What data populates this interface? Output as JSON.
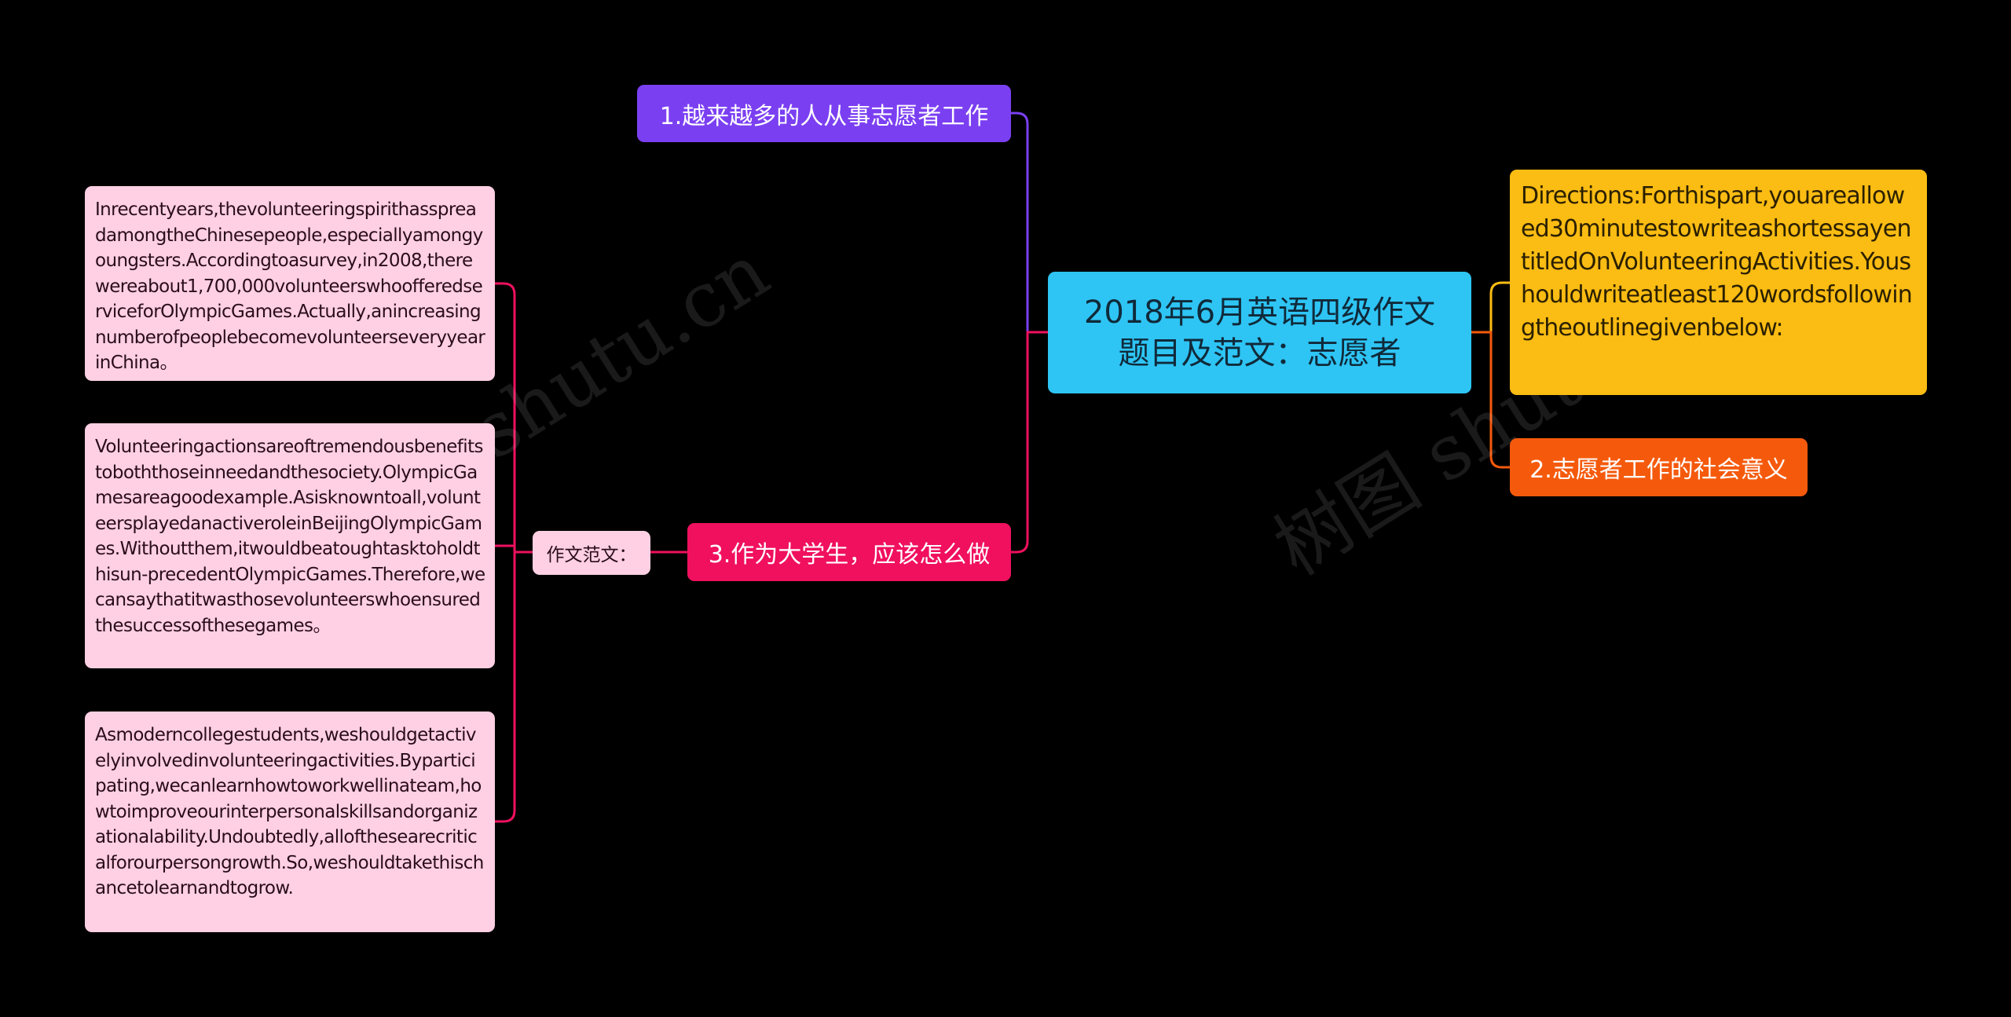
{
  "root": {
    "title": "2018年6月英语四级作文题目及范文：志愿者"
  },
  "branches": {
    "b1": {
      "label": "1.越来越多的人从事志愿者工作",
      "color": "#7b3ff2"
    },
    "b2": {
      "label": "2.志愿者工作的社会意义",
      "color": "#f55a0c"
    },
    "b3": {
      "label": "3.作为大学生，应该怎么做",
      "color": "#f0105e"
    },
    "directions": {
      "text": "Directions:Forthispart,youareallowed30minutestowriteashortessayentitledOnVolunteeringActivities.Youshouldwriteatleast120wordsfollowingtheoutlinegivenbelow:",
      "color": "#fbbc13"
    }
  },
  "sample": {
    "label": "作文范文：",
    "paragraphs": [
      "Inrecentyears,thevolunteeringspirithasspreadamongtheChinesepeople,especiallyamongyoungsters.Accordingtoasurvey,in2008,therewereabout1,700,000volunteerswhoofferedserviceforOlympicGames.Actually,anincreasingnumberofpeoplebecomevolunteerseveryyearinChina。",
      "Volunteeringactionsareoftremendousbenefitstoboththoseinneedandthesociety.OlympicGamesareagoodexample.Asisknowntoall,volunteersplayedanactiveroleinBeijingOlympicGames.Withoutthem,itwouldbeatoughtasktoholdthisun-precedentOlympicGames.Therefore,wecansaythatitwasthosevolunteerswhoensuredthesuccessofthesegames。",
      "Asmoderncollegestudents,weshouldgetactivelyinvolvedinvolunteeringactivities.Byparticipating,wecanlearnhowtoworkwellinateam,howtoimproveourinterpersonalskillsandorganizationalability.Undoubtedly,allofthesearecriticalforourpersongrowth.So,weshouldtakethischancetolearnandtogrow."
    ]
  },
  "colors": {
    "root": "#2ec5f5",
    "sample_box": "#ffd0e3",
    "sample_label": "#ffd0e3"
  },
  "watermark": "树图 shutu.cn"
}
